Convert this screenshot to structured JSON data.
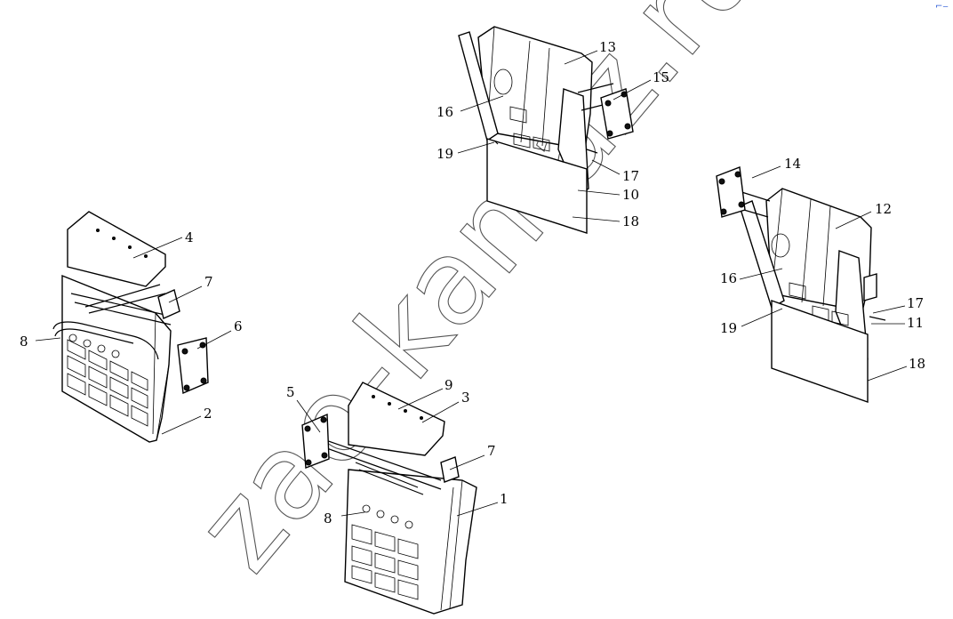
{
  "watermark": "zao-kamaz.ru",
  "corner_mark": "⌐‒",
  "colors": {
    "line": "#000000",
    "watermark": "#555555",
    "corner_mark": "#2a5bd7"
  },
  "callouts": [
    {
      "id": "c1",
      "label": "1"
    },
    {
      "id": "c2",
      "label": "2"
    },
    {
      "id": "c3",
      "label": "3"
    },
    {
      "id": "c4",
      "label": "4"
    },
    {
      "id": "c5",
      "label": "5"
    },
    {
      "id": "c6",
      "label": "6"
    },
    {
      "id": "c7a",
      "label": "7"
    },
    {
      "id": "c7b",
      "label": "7"
    },
    {
      "id": "c8a",
      "label": "8"
    },
    {
      "id": "c8b",
      "label": "8"
    },
    {
      "id": "c9",
      "label": "9"
    },
    {
      "id": "c10",
      "label": "10"
    },
    {
      "id": "c11",
      "label": "11"
    },
    {
      "id": "c12",
      "label": "12"
    },
    {
      "id": "c13",
      "label": "13"
    },
    {
      "id": "c14",
      "label": "14"
    },
    {
      "id": "c15",
      "label": "15"
    },
    {
      "id": "c16a",
      "label": "16"
    },
    {
      "id": "c16b",
      "label": "16"
    },
    {
      "id": "c17a",
      "label": "17"
    },
    {
      "id": "c17b",
      "label": "17"
    },
    {
      "id": "c18a",
      "label": "18"
    },
    {
      "id": "c18b",
      "label": "18"
    },
    {
      "id": "c19a",
      "label": "19"
    },
    {
      "id": "c19b",
      "label": "19"
    }
  ]
}
